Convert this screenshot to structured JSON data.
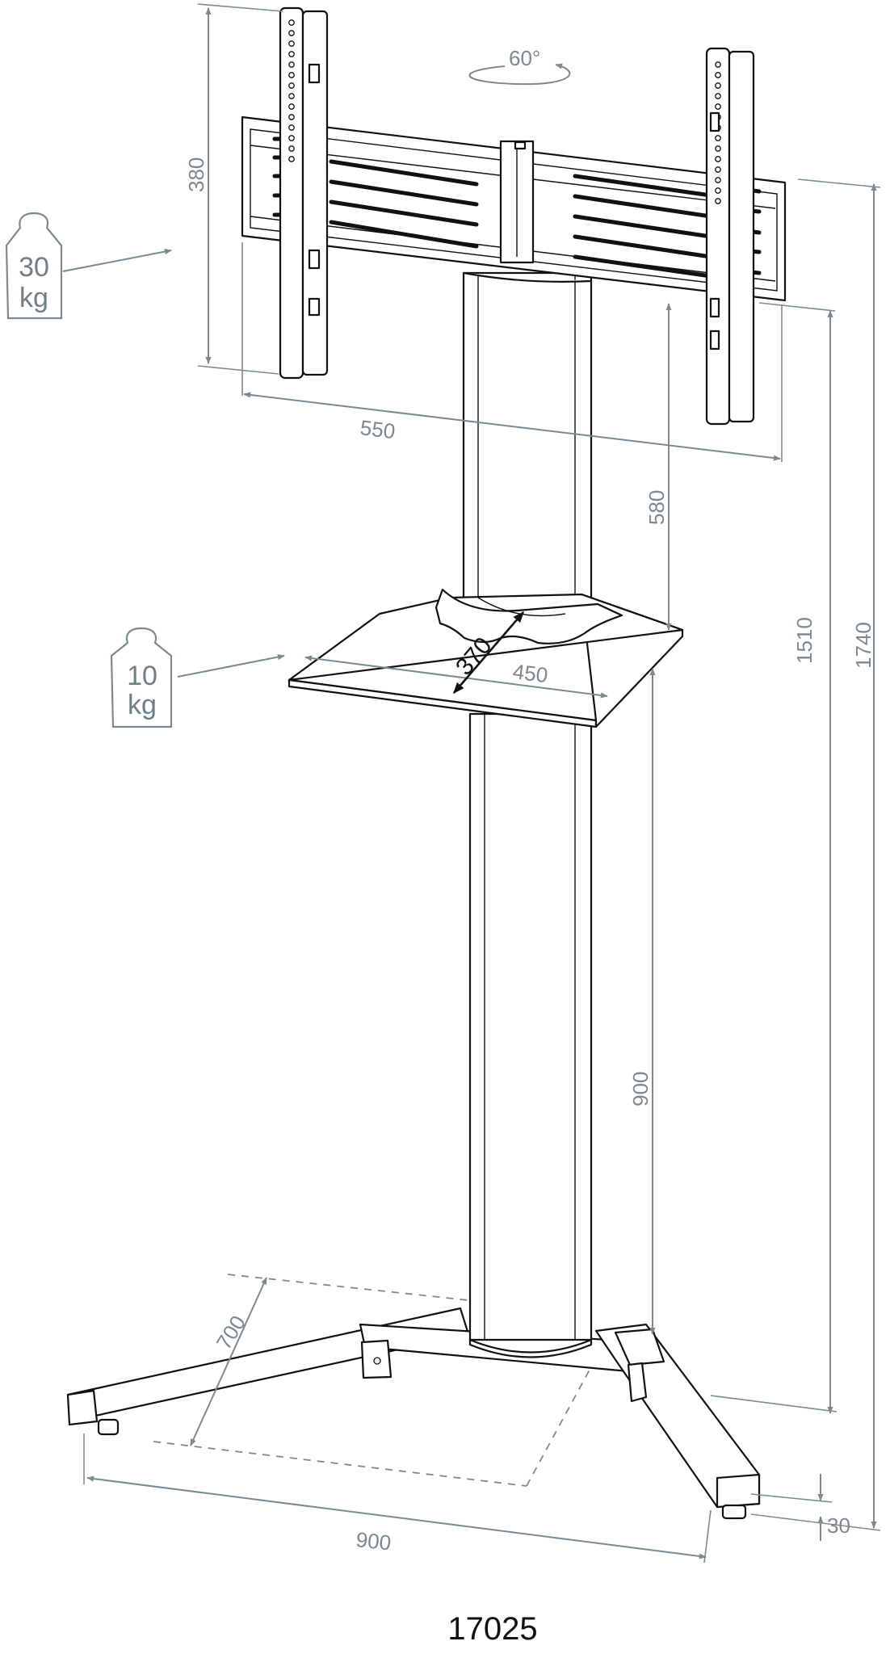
{
  "rotation_label": "60°",
  "dimensions": {
    "bracket_height": "380",
    "bracket_width": "550",
    "shelf_to_bracket": "580",
    "shelf_depth": "370",
    "shelf_width": "450",
    "shelf_height": "1510",
    "total_height": "1740",
    "shelf_floor_height": "900",
    "base_depth": "700",
    "base_width": "900",
    "foot_height": "30"
  },
  "load_top": {
    "value": "30",
    "unit": "kg"
  },
  "load_shelf": {
    "value": "10",
    "unit": "kg"
  },
  "model_number": "17025",
  "colors": {
    "line": "#111111",
    "dimension": "#7b8a90"
  }
}
